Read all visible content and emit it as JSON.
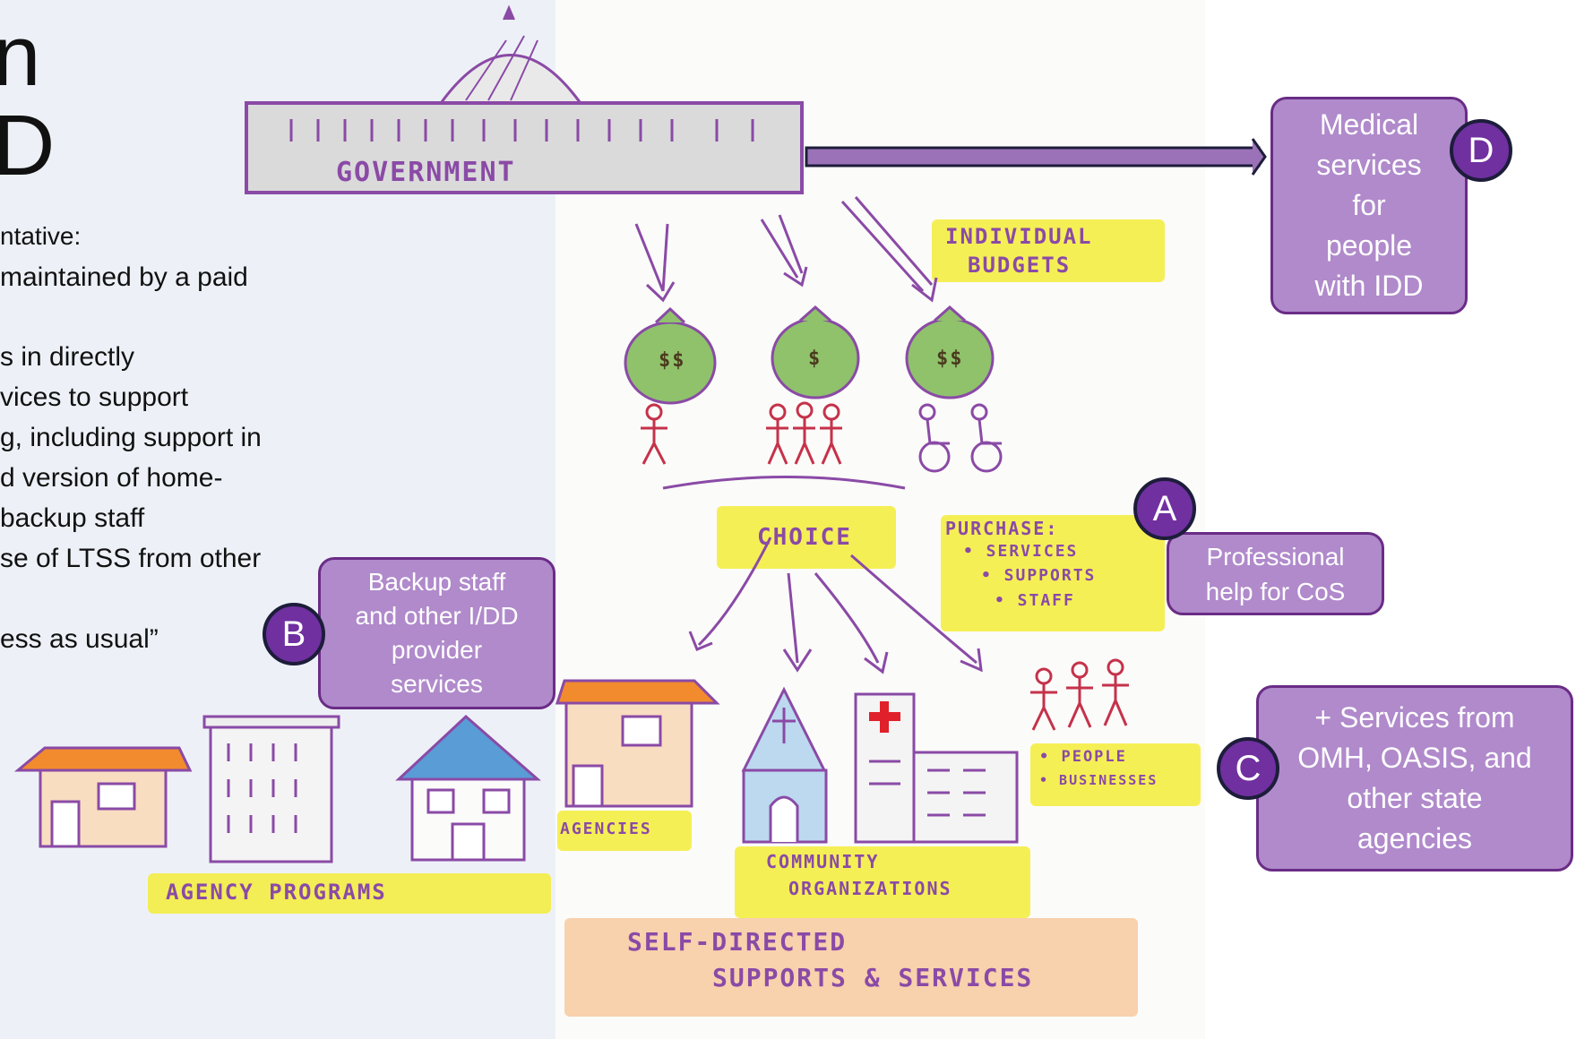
{
  "title": {
    "line1": "n",
    "line2": "D"
  },
  "bullets": [
    "ntative:",
    " maintained by a paid",
    "s in directly",
    "vices to support",
    "g, including support  in",
    "d version of home-",
    " backup staff",
    "se of LTSS from other",
    "ess as usual”"
  ],
  "drawing": {
    "government": "GOVERNMENT",
    "individual_budgets": [
      "INDIVIDUAL",
      "BUDGETS"
    ],
    "choice": "CHOICE",
    "purchase": [
      "PURCHASE:",
      "• SERVICES",
      "• SUPPORTS",
      "• STAFF"
    ],
    "people_businesses": [
      "• PEOPLE",
      "• BUSINESSES"
    ],
    "agencies": "AGENCIES",
    "community_orgs": [
      "COMMUNITY",
      "ORGANIZATIONS"
    ],
    "agency_programs": "AGENCY PROGRAMS",
    "self_directed": [
      "SELF-DIRECTED",
      "SUPPORTS & SERVICES"
    ],
    "money_symbols": [
      "$$",
      "$",
      "$$"
    ]
  },
  "callouts": {
    "a": {
      "badge": "A",
      "lines": [
        "Professional",
        "help for CoS"
      ]
    },
    "b": {
      "badge": "B",
      "lines": [
        "Backup staff",
        "and other I/DD",
        "provider",
        "services"
      ]
    },
    "c": {
      "badge": "C",
      "lines": [
        "+ Services from",
        "OMH, OASIS, and",
        "other state",
        "agencies"
      ]
    },
    "d": {
      "badge": "D",
      "lines": [
        "Medical",
        "services",
        "for",
        "people",
        "with IDD"
      ]
    }
  },
  "colors": {
    "callout_fill": "#b08acb",
    "callout_border": "#6a2c86",
    "badge_fill": "#7030a0",
    "sketch_purple": "#8a4aa6",
    "highlight_yellow": "#f3ec3a"
  }
}
